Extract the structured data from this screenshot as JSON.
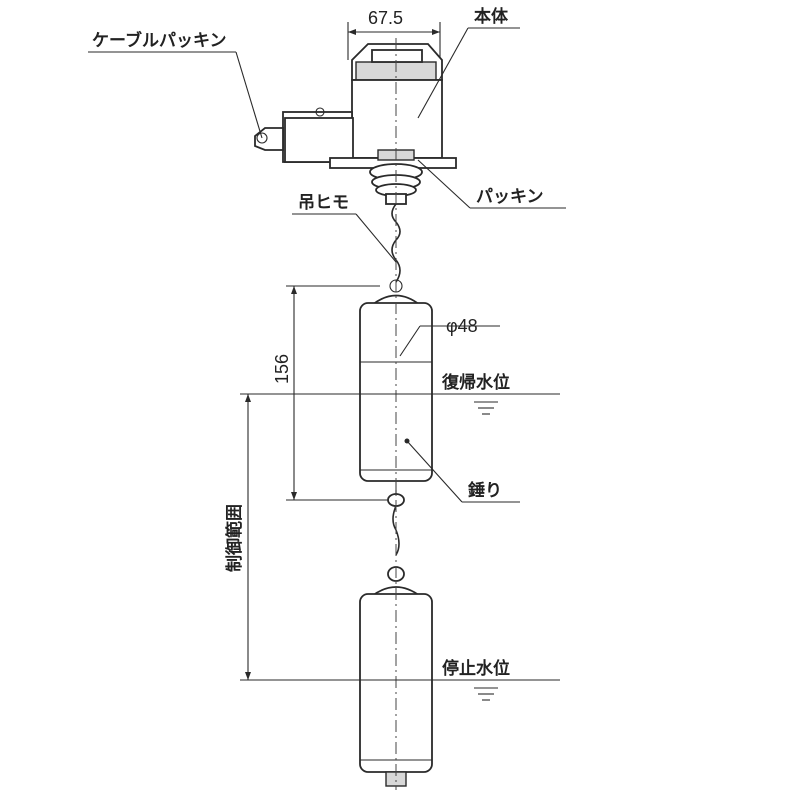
{
  "labels": {
    "cable_packing": "ケーブルパッキン",
    "main_body": "本体",
    "packing": "パッキン",
    "hanging_cord": "吊ヒモ",
    "diameter": "φ48",
    "return_level": "復帰水位",
    "weight": "錘り",
    "control_range": "制御範囲",
    "stop_level": "停止水位"
  },
  "dimensions": {
    "width": "67.5",
    "weight_length": "156"
  }
}
